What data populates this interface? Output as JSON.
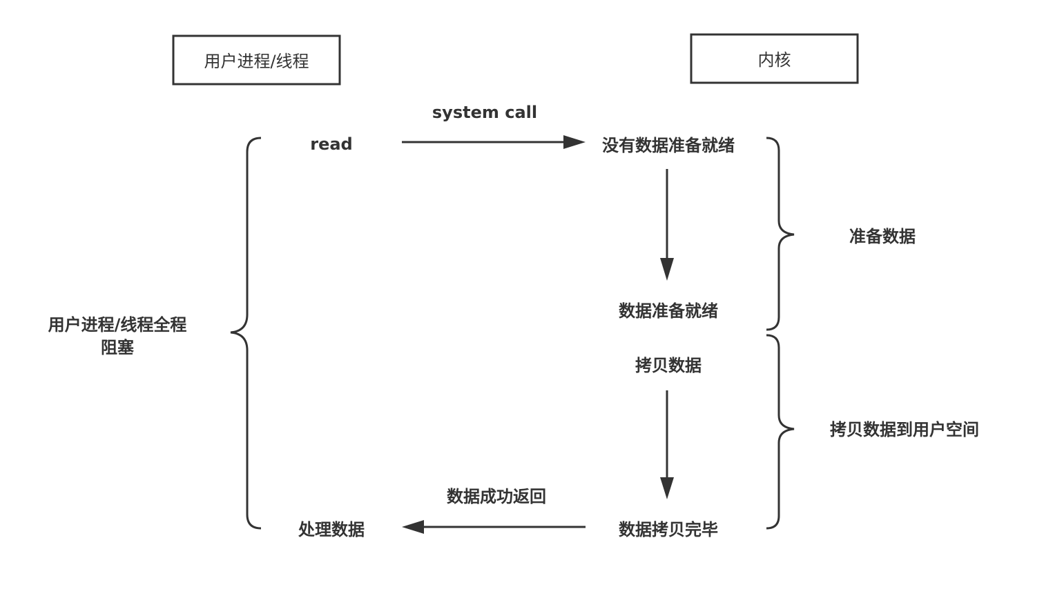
{
  "boxes": {
    "user_process": "用户进程/线程",
    "kernel": "内核"
  },
  "flow": {
    "system_call": "system call",
    "read": "read",
    "no_data_ready": "没有数据准备就绪",
    "data_ready": "数据准备就绪",
    "copy_data": "拷贝数据",
    "copy_done": "数据拷贝完毕",
    "return_success": "数据成功返回",
    "process_data": "处理数据"
  },
  "phases": {
    "prepare_data": "准备数据",
    "copy_to_user": "拷贝数据到用户空间"
  },
  "blocking": {
    "line1": "用户进程/线程全程",
    "line2": "阻塞"
  },
  "colors": {
    "stroke": "#333333",
    "text": "#333333",
    "background": "#ffffff"
  }
}
